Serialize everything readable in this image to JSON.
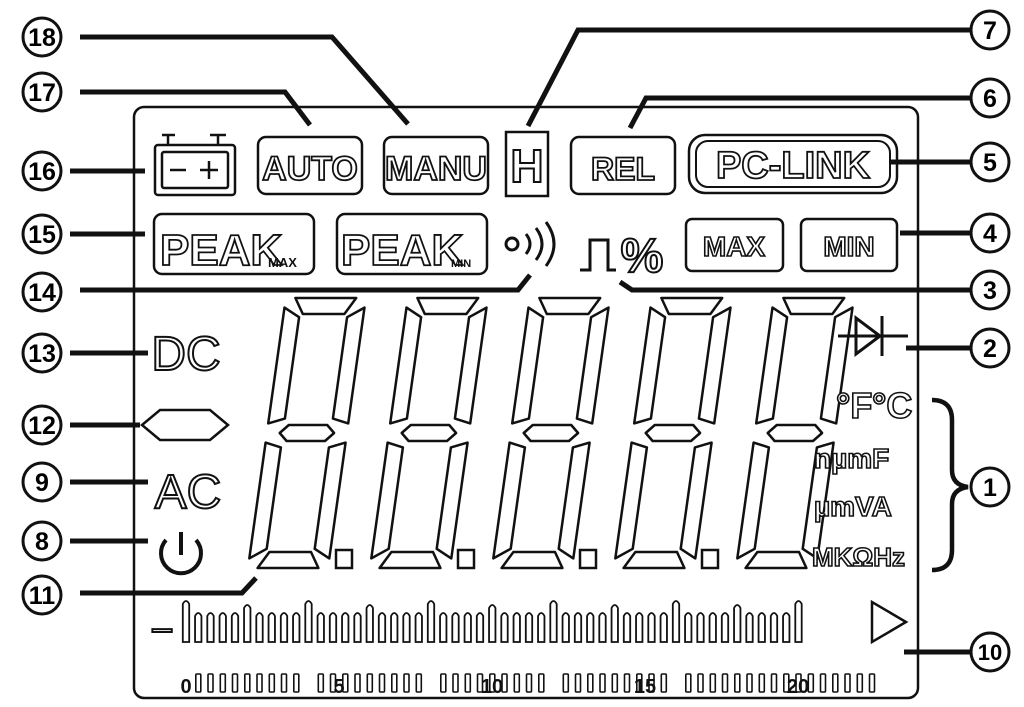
{
  "labels": {
    "auto": "AUTO",
    "manu": "MANU",
    "hold": "H",
    "rel": "REL",
    "pclink": "PC-LINK",
    "peak": "PEAK",
    "max_sub": "MAX",
    "min_sub": "MIN",
    "max": "MAX",
    "min": "MIN",
    "percent": "%",
    "dc": "DC",
    "ac": "AC",
    "deg_f": "°F",
    "deg_c": "°C",
    "units_row1": "nµmF",
    "units_row2": "µmVA",
    "units_row3": "MKΩHz",
    "minus": "−"
  },
  "callouts": {
    "n1": "1",
    "n2": "2",
    "n3": "3",
    "n4": "4",
    "n5": "5",
    "n6": "6",
    "n7": "7",
    "n8": "8",
    "n9": "9",
    "n10": "10",
    "n11": "11",
    "n12": "12",
    "n13": "13",
    "n14": "14",
    "n15": "15",
    "n16": "16",
    "n17": "17",
    "n18": "18"
  },
  "scale": {
    "t0": "0",
    "t5": "5",
    "t10": "10",
    "t15": "15",
    "t20": "20"
  },
  "display": {
    "digit_count": 5,
    "bargraph_segments": 50
  }
}
